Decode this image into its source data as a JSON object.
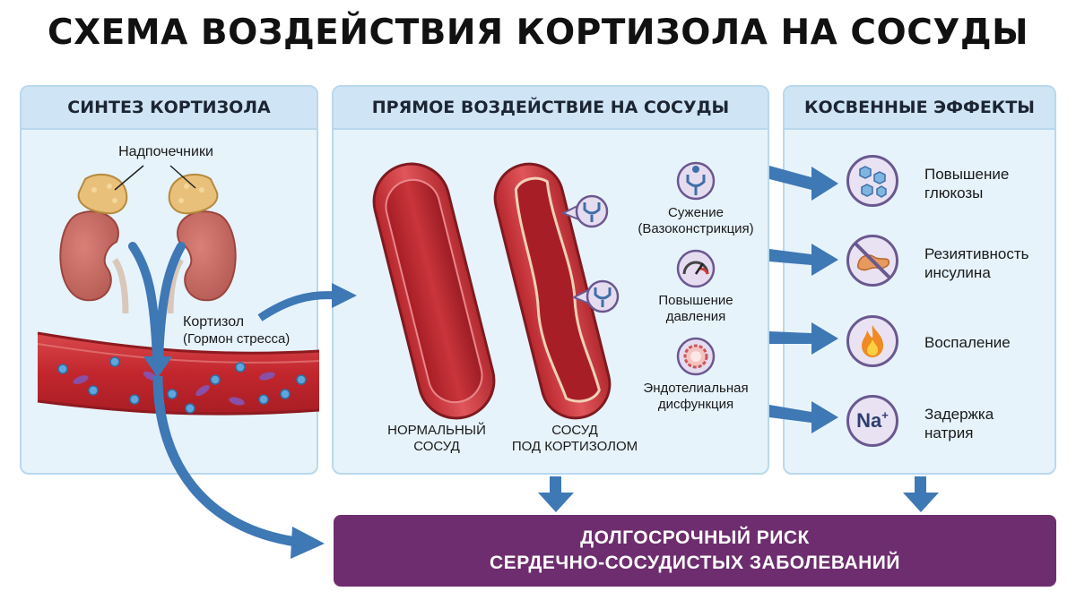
{
  "title": "СХЕМА ВОЗДЕЙСТВИЯ КОРТИЗОЛА НА СОСУДЫ",
  "panels": {
    "synthesis": {
      "header": "СИНТЕЗ КОРТИЗОЛА",
      "adrenals_label": "Надпочечники",
      "cortisol_label": "Кортизол",
      "cortisol_sublabel": "(Гормон стресса)"
    },
    "direct": {
      "header": "ПРЯМОЕ ВОЗДЕЙСТВИЕ НА СОСУДЫ",
      "normal_vessel": [
        "НОРМАЛЬНЫЙ",
        "СОСУД"
      ],
      "cortisol_vessel": [
        "СОСУД",
        "ПОД КОРТИЗОЛОМ"
      ],
      "effects": [
        {
          "lines": [
            "Сужение",
            "(Вазоконстрикция)"
          ],
          "icon": "receptor-icon"
        },
        {
          "lines": [
            "Повышение",
            "давления"
          ],
          "icon": "pressure-gauge-icon"
        },
        {
          "lines": [
            "Эндотелиальная",
            "дисфункция"
          ],
          "icon": "endothelium-ring-icon"
        }
      ]
    },
    "indirect": {
      "header": "КОСВЕННЫЕ ЭФФЕКТЫ",
      "effects": [
        {
          "lines": [
            "Повышение",
            "глюкозы"
          ],
          "icon": "glucose-molecules-icon"
        },
        {
          "lines": [
            "Резиятивность",
            "инсулина"
          ],
          "icon": "pancreas-crossed-icon"
        },
        {
          "lines": [
            "Воспаление"
          ],
          "icon": "flame-icon"
        },
        {
          "lines": [
            "Задержка",
            "натрия"
          ],
          "icon": "sodium-icon",
          "symbol": "Na",
          "superscript": "+"
        }
      ]
    }
  },
  "risk": {
    "line1": "ДОЛГОСРОЧНЫЙ РИСК",
    "line2": "СЕРДЕЧНО-СОСУДИСТЫХ ЗАБОЛЕВАНИЙ"
  },
  "colors": {
    "panel_bg": "#e7f3fb",
    "panel_header": "#cfe5f5",
    "arrow": "#3e78b5",
    "vessel_red": "#c9353b",
    "risk_bg": "#6d2d6e",
    "icon_ring": "#6a5890"
  }
}
